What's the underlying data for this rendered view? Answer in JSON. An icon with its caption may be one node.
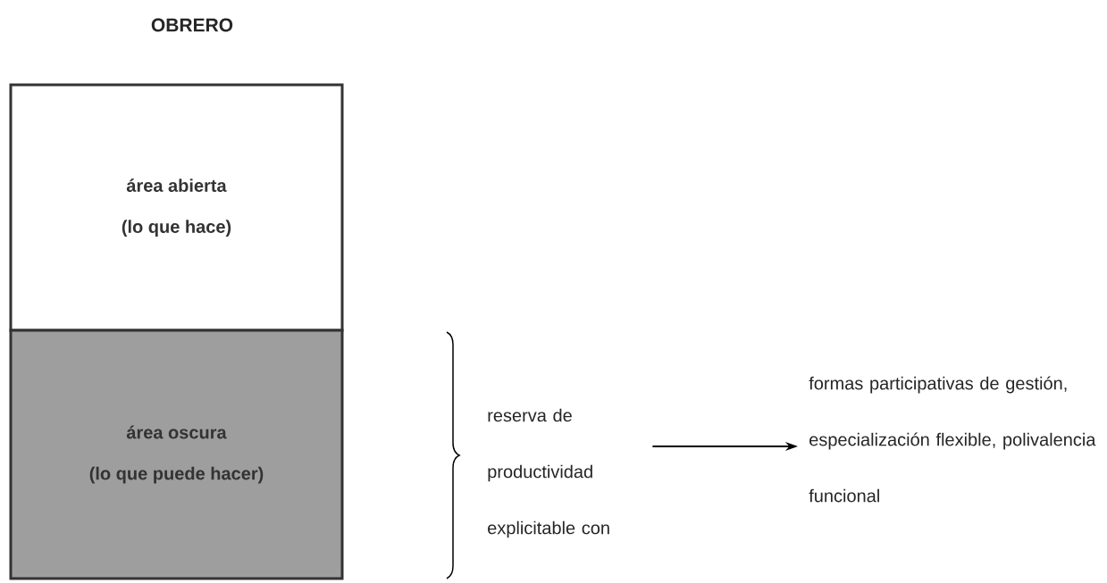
{
  "diagram": {
    "title": "OBRERO",
    "nodes": [
      {
        "text": [
          "área abierta",
          "(lo que hace)"
        ]
      },
      {
        "text": [
          "área oscura",
          "(lo que puede hacer)"
        ]
      },
      {
        "text": [
          "reserva de productividad explicitable con"
        ]
      },
      {
        "text": [
          "formas participativas de gestión, especialización flexible, polivalencia funcional"
        ]
      }
    ],
    "edges": [
      {
        "from": 2,
        "to": 3,
        "arrow": "to"
      }
    ]
  }
}
